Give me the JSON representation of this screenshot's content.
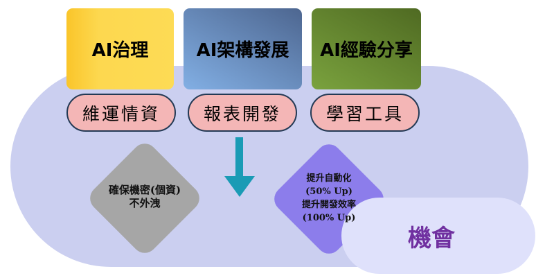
{
  "headers": [
    {
      "label": "AI治理",
      "color": "#fcd74e"
    },
    {
      "label": "AI架構發展",
      "color": "#6b8fc2"
    },
    {
      "label": "AI經驗分享",
      "color": "#5f8030"
    }
  ],
  "pills": [
    "維運情資",
    "報表開發",
    "學習工具"
  ],
  "gray_diamond": {
    "line1": "確保機密(個資)",
    "line2": "不外洩"
  },
  "purple_diamond": {
    "line1": "提升自動化",
    "line2": "(50% Up)",
    "line3": "提升開發效率",
    "line4": "(100% Up)"
  },
  "opportunity": "機會",
  "colors": {
    "arrow": "#1a9bb5",
    "purple": "#8c7deb",
    "gray": "#a6a6a6",
    "opportunity_text": "#7030a0"
  }
}
